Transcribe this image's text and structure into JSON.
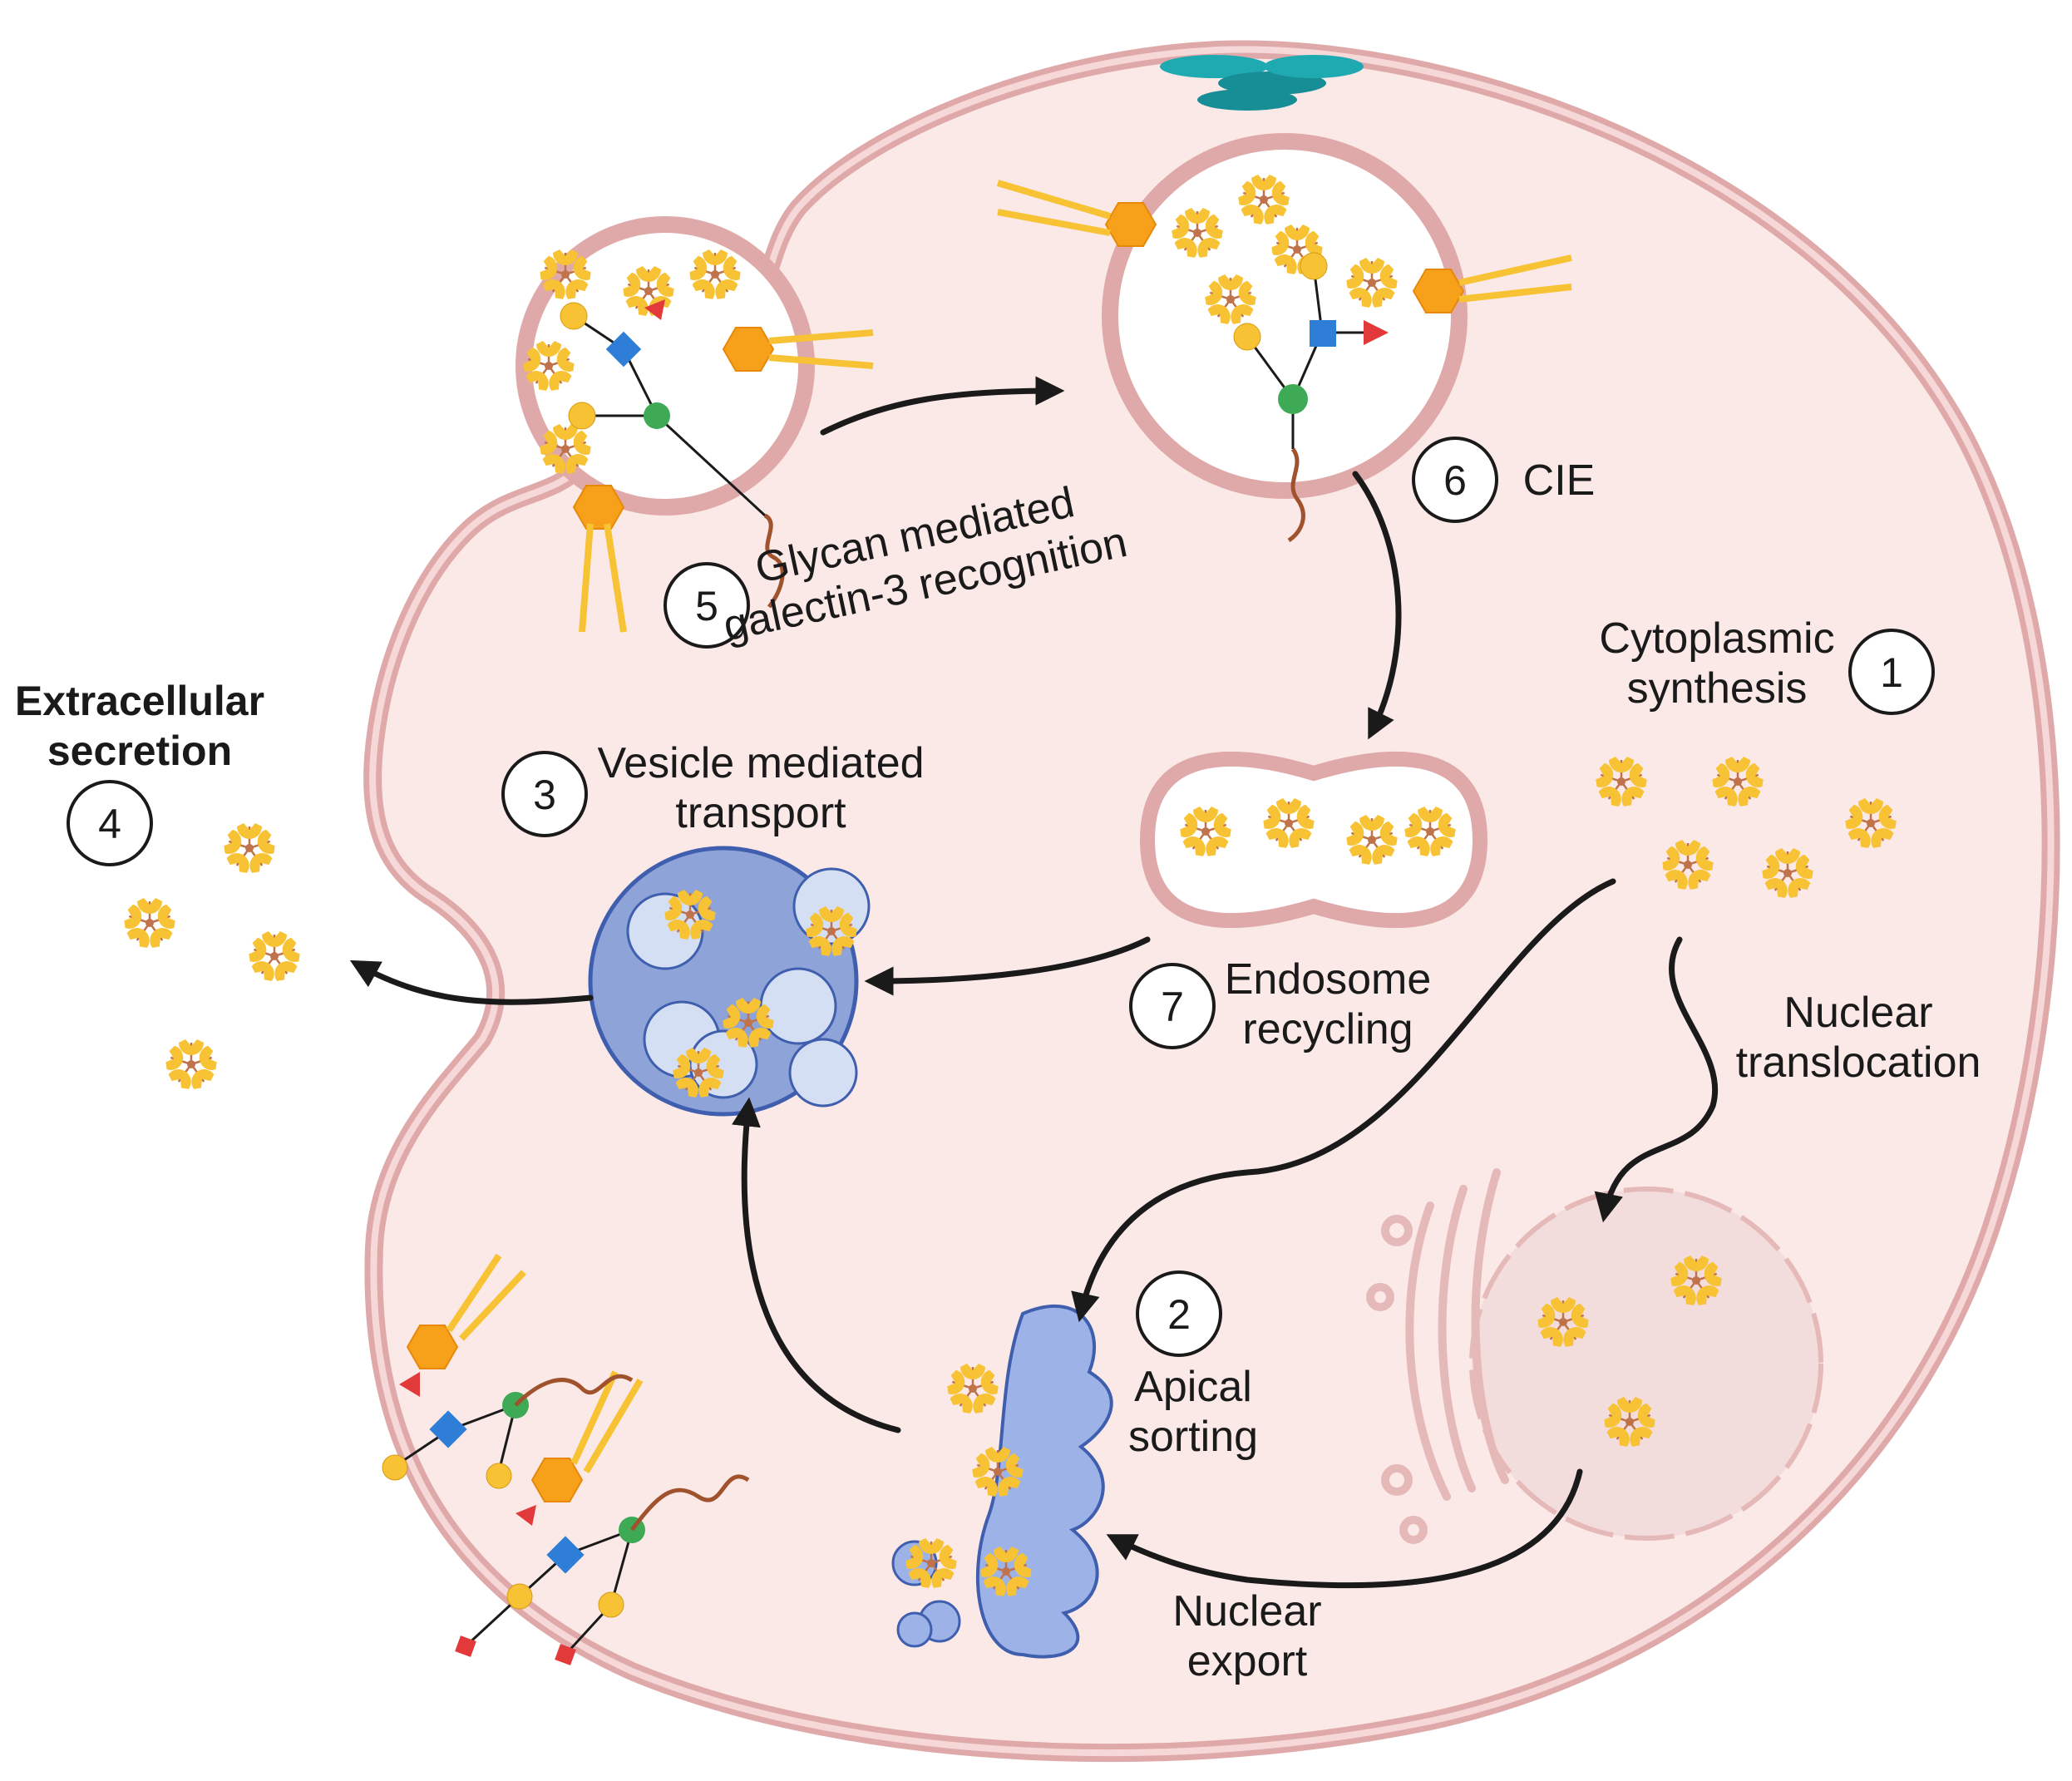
{
  "steps": [
    {
      "number": "1",
      "label_lines": [
        "Cytoplasmic",
        "synthesis"
      ]
    },
    {
      "number": "2",
      "label_lines": [
        "Apical",
        "sorting"
      ]
    },
    {
      "number": "3",
      "label_lines": [
        "Vesicle mediated",
        "transport"
      ]
    },
    {
      "number": "4",
      "label_lines": [
        "Extracellular",
        "secretion"
      ]
    },
    {
      "number": "5",
      "label_lines": [
        "Glycan mediated",
        "galectin-3 recognition"
      ]
    },
    {
      "number": "6",
      "label_lines": [
        "CIE"
      ]
    },
    {
      "number": "7",
      "label_lines": [
        "Endosome",
        "recycling"
      ]
    }
  ],
  "pathway_labels": {
    "nuclear_translocation": [
      "Nuclear",
      "translocation"
    ],
    "nuclear_export": [
      "Nuclear",
      "export"
    ]
  },
  "colors": {
    "cell_fill": "#fbe9e8",
    "membrane": "#e0a9a9",
    "membrane_light": "#f6d8d8",
    "galectin": "#f7c233",
    "galectin_center": "#c0724a",
    "vesicle_blue": "#8ea3d8",
    "vesicle_blue_dark": "#3f5fae",
    "lumen": "#d5dff3",
    "golgi": "#9db3e8",
    "glycan_green": "#3eaa55",
    "glycan_blue": "#2e7ed8",
    "glycan_red": "#e23a3a",
    "hexagon_orange": "#f7a11a",
    "arrow": "#1a1a1a"
  }
}
